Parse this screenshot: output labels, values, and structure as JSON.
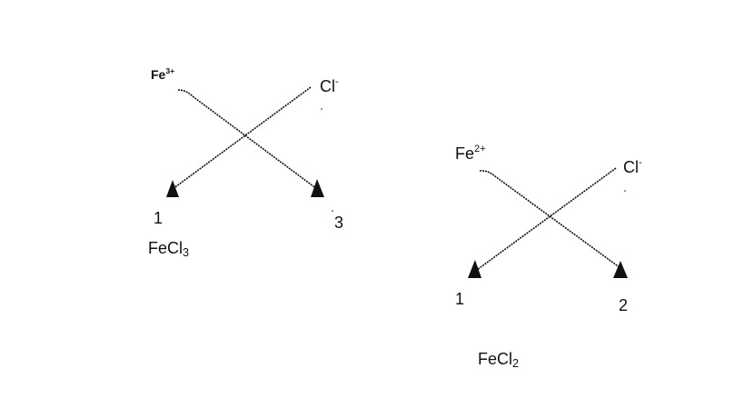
{
  "diagrams": [
    {
      "cation": {
        "symbol": "Fe",
        "charge": "3+"
      },
      "anion": {
        "symbol": "Cl",
        "charge": "-"
      },
      "subscript_left": "1",
      "subscript_right": "3",
      "formula": {
        "base": "FeCl",
        "subscript": "3"
      }
    },
    {
      "cation": {
        "symbol": "Fe",
        "charge": "2+"
      },
      "anion": {
        "symbol": "Cl",
        "charge": "-"
      },
      "subscript_left": "1",
      "subscript_right": "2",
      "formula": {
        "base": "FeCl",
        "subscript": "2"
      }
    }
  ],
  "colors": {
    "ink": "#111111",
    "background": "#ffffff"
  }
}
